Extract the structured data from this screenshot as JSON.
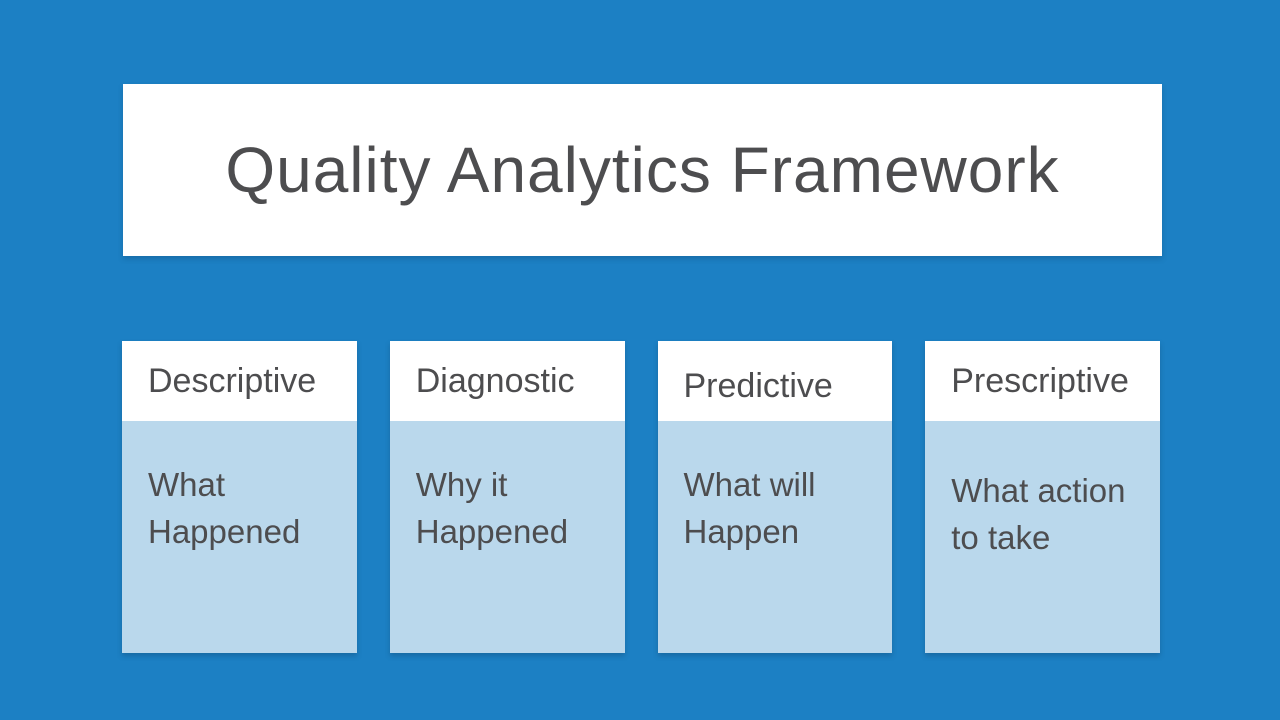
{
  "slide": {
    "title": "Quality Analytics Framework",
    "cards": [
      {
        "header": "Descriptive",
        "body": "What Happened"
      },
      {
        "header": "Diagnostic",
        "body": "Why it Happened"
      },
      {
        "header": "Predictive",
        "body": "What will Happen"
      },
      {
        "header": "Prescriptive",
        "body": "What action to take"
      }
    ],
    "colors": {
      "background": "#1C80C4",
      "card_body_bg": "#BAD8EC",
      "card_header_bg": "#FFFFFF",
      "title_bg": "#FFFFFF",
      "text": "#4D4D4F"
    }
  }
}
